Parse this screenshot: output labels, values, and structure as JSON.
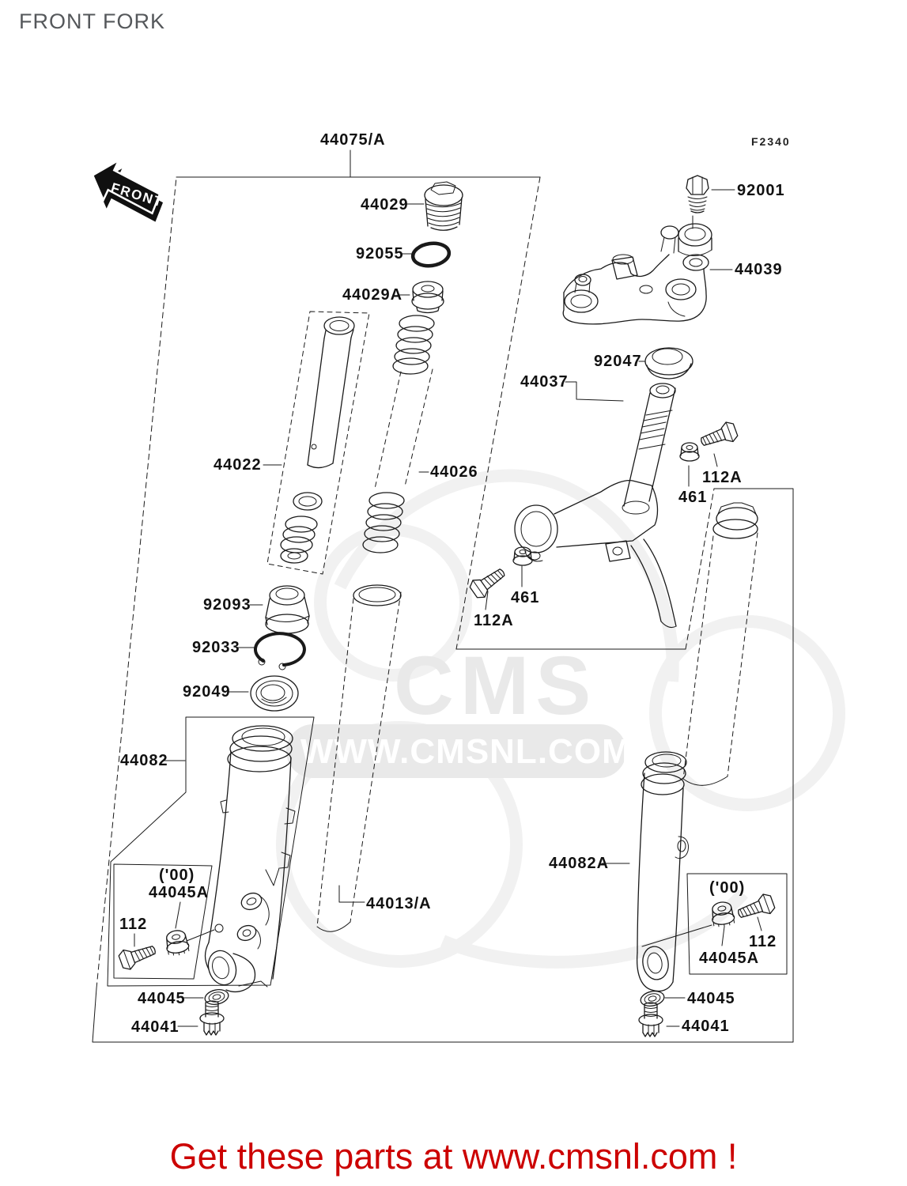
{
  "title": "FRONT FORK",
  "fiche_code": "F2340",
  "front_arrow": "FRONT",
  "watermark": {
    "logo": "CMS",
    "band": "WWW.CMSNL.COM"
  },
  "footer": {
    "text": "Get these parts at www.cmsnl.com !",
    "color": "#cc0000"
  },
  "colors": {
    "line": "#1a1a1a",
    "title_gray": "#55585b",
    "watermark_gray": "#e9e9e9"
  },
  "refs": {
    "assembly": "44075/A",
    "fork_cap_bolt": "44029",
    "o_ring": "92055",
    "cap_spacer": "44029A",
    "damper_assy": "44022",
    "fork_spring": "44026",
    "dust_cover": "92093",
    "retaining_ring": "92033",
    "oil_seal": "92049",
    "outer_tube_left": "44082",
    "inner_tube": "44013/A",
    "outer_tube_right": "44082A",
    "head_pipe_bolt": "92001",
    "upper_bracket": "44039",
    "stem_seal": "92047",
    "lower_bracket": "44037",
    "bolt_112": "112",
    "bolt_112a": "112A",
    "nut_461": "461",
    "locknut_44045a": "44045A",
    "year_mark": "('00)",
    "gasket_44045": "44045",
    "drain_bolt_44041": "44041"
  }
}
